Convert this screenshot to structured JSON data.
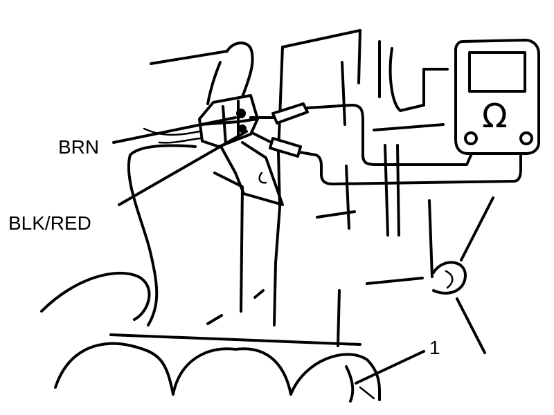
{
  "labels": {
    "wire_brown": "BRN",
    "wire_black_red": "BLK/RED",
    "callout_1": "1"
  },
  "meter": {
    "symbol": "Ω"
  },
  "colors": {
    "ink": "#000000",
    "paper": "#ffffff"
  }
}
